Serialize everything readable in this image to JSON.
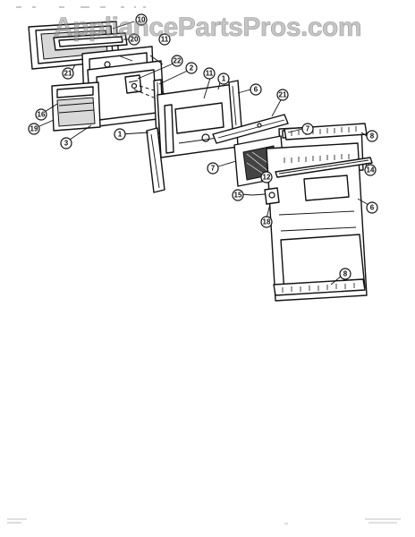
{
  "watermark": "AppliancePartsPros.com",
  "parts": {
    "p1a": "1",
    "p1b": "1",
    "p2": "2",
    "p3": "3",
    "p6a": "6",
    "p6b": "6",
    "p7a": "7",
    "p7b": "7",
    "p8a": "8",
    "p8b": "8",
    "p10": "10",
    "p11a": "11",
    "p11b": "11",
    "p12": "12",
    "p14": "14",
    "p15": "15",
    "p16": "16",
    "p18": "18",
    "p19": "19",
    "p20": "20",
    "p21a": "21",
    "p21b": "21",
    "p22": "22"
  }
}
